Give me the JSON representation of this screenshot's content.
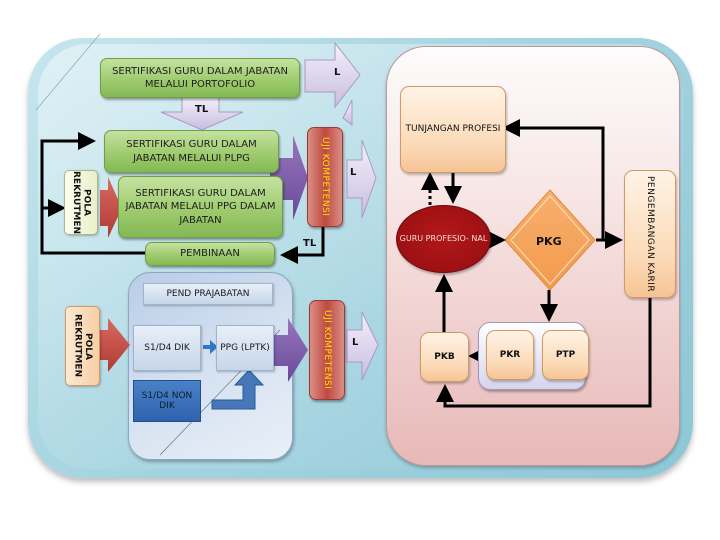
{
  "diagram": {
    "top": {
      "portofolio_box": "SERTIFIKASI GURU DALAM JABATAN MELALUI PORTOFOLIO",
      "arrow_right_label": "L",
      "arrow_down_label": "TL"
    },
    "middle": {
      "plpg_box": "SERTIFIKASI GURU DALAM JABATAN MELALUI PLPG",
      "ppg_dalam_jabatan_box": "SERTIFIKASI GURU DALAM JABATAN MELALUI PPG DALAM JABATAN",
      "pembinaan_box": "PEMBINAAN",
      "pola_rekrutmen": "POLA REKRUTMEN",
      "uji_kompetensi": "UJI KOMPETENSI",
      "arrow_right_label": "L",
      "feedback_label": "TL"
    },
    "lower": {
      "pend_prajabatan": "PEND PRAJABATAN",
      "s1_d4_dik": "S1/D4 DIK",
      "ppg_lptk": "PPG (LPTK)",
      "s1_d4_non_dik": "S1/D4 NON DIK",
      "pola_rekrutmen": "POLA REKRUTMEN",
      "uji_kompetensi": "UJI KOMPETENSI",
      "arrow_right_label": "L"
    },
    "right": {
      "tunjangan_profesi": "TUNJANGAN PROFESI",
      "guru_profesional": "GURU PROFESIO- NAL",
      "pkg": "PKG",
      "pengembangan_karir": "PENGEMBANGAN KARIR",
      "pkb": "PKB",
      "pkr": "PKR",
      "ptp": "PTP"
    },
    "colors": {
      "outer_bg": "#a9d6e2",
      "green_box": "#9fcb6f",
      "uji_red": "#c0493f",
      "uji_text": "#ffe200",
      "guru_red": "#9a0f12",
      "pkg_orange": "#f4a056",
      "purple_arrow": "#7b5aa6",
      "red_arrow": "#c0403a"
    }
  }
}
